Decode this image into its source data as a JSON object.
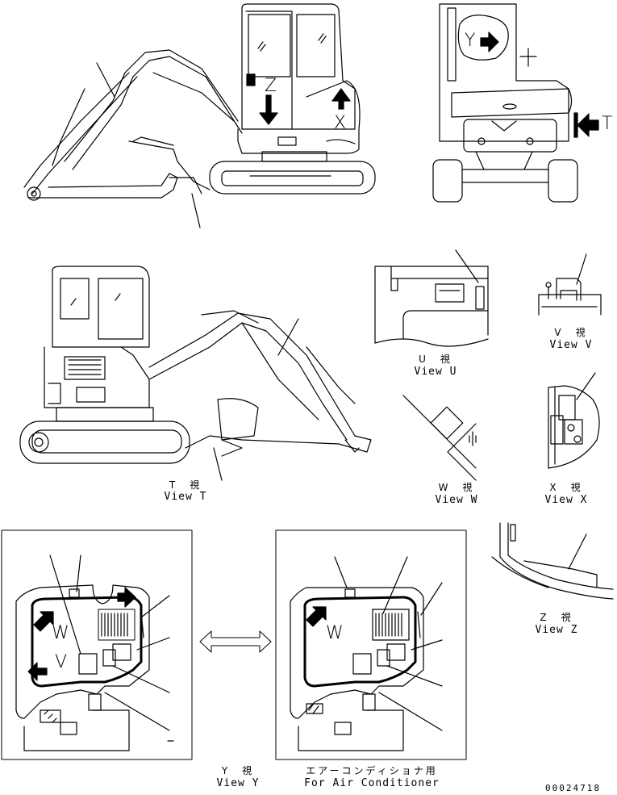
{
  "view_letters": {
    "t": "T",
    "x": "X",
    "y": "Y",
    "z": "Z",
    "w": "W",
    "v": "V",
    "w2": "W"
  },
  "captions": {
    "t_jp": "T　視",
    "t_en": "View T",
    "u_jp": "U　視",
    "u_en": "View U",
    "v_jp": "V　視",
    "v_en": "View V",
    "w_jp": "W　視",
    "w_en": "View W",
    "x_jp": "X　視",
    "x_en": "View X",
    "z_jp": "Z　視",
    "z_en": "View Z",
    "y_jp": "Y　視",
    "y_en": "View Y",
    "ac_jp": "エアーコンディショナ用",
    "ac_en": "For Air Conditioner"
  },
  "drawing_number": "00024718"
}
